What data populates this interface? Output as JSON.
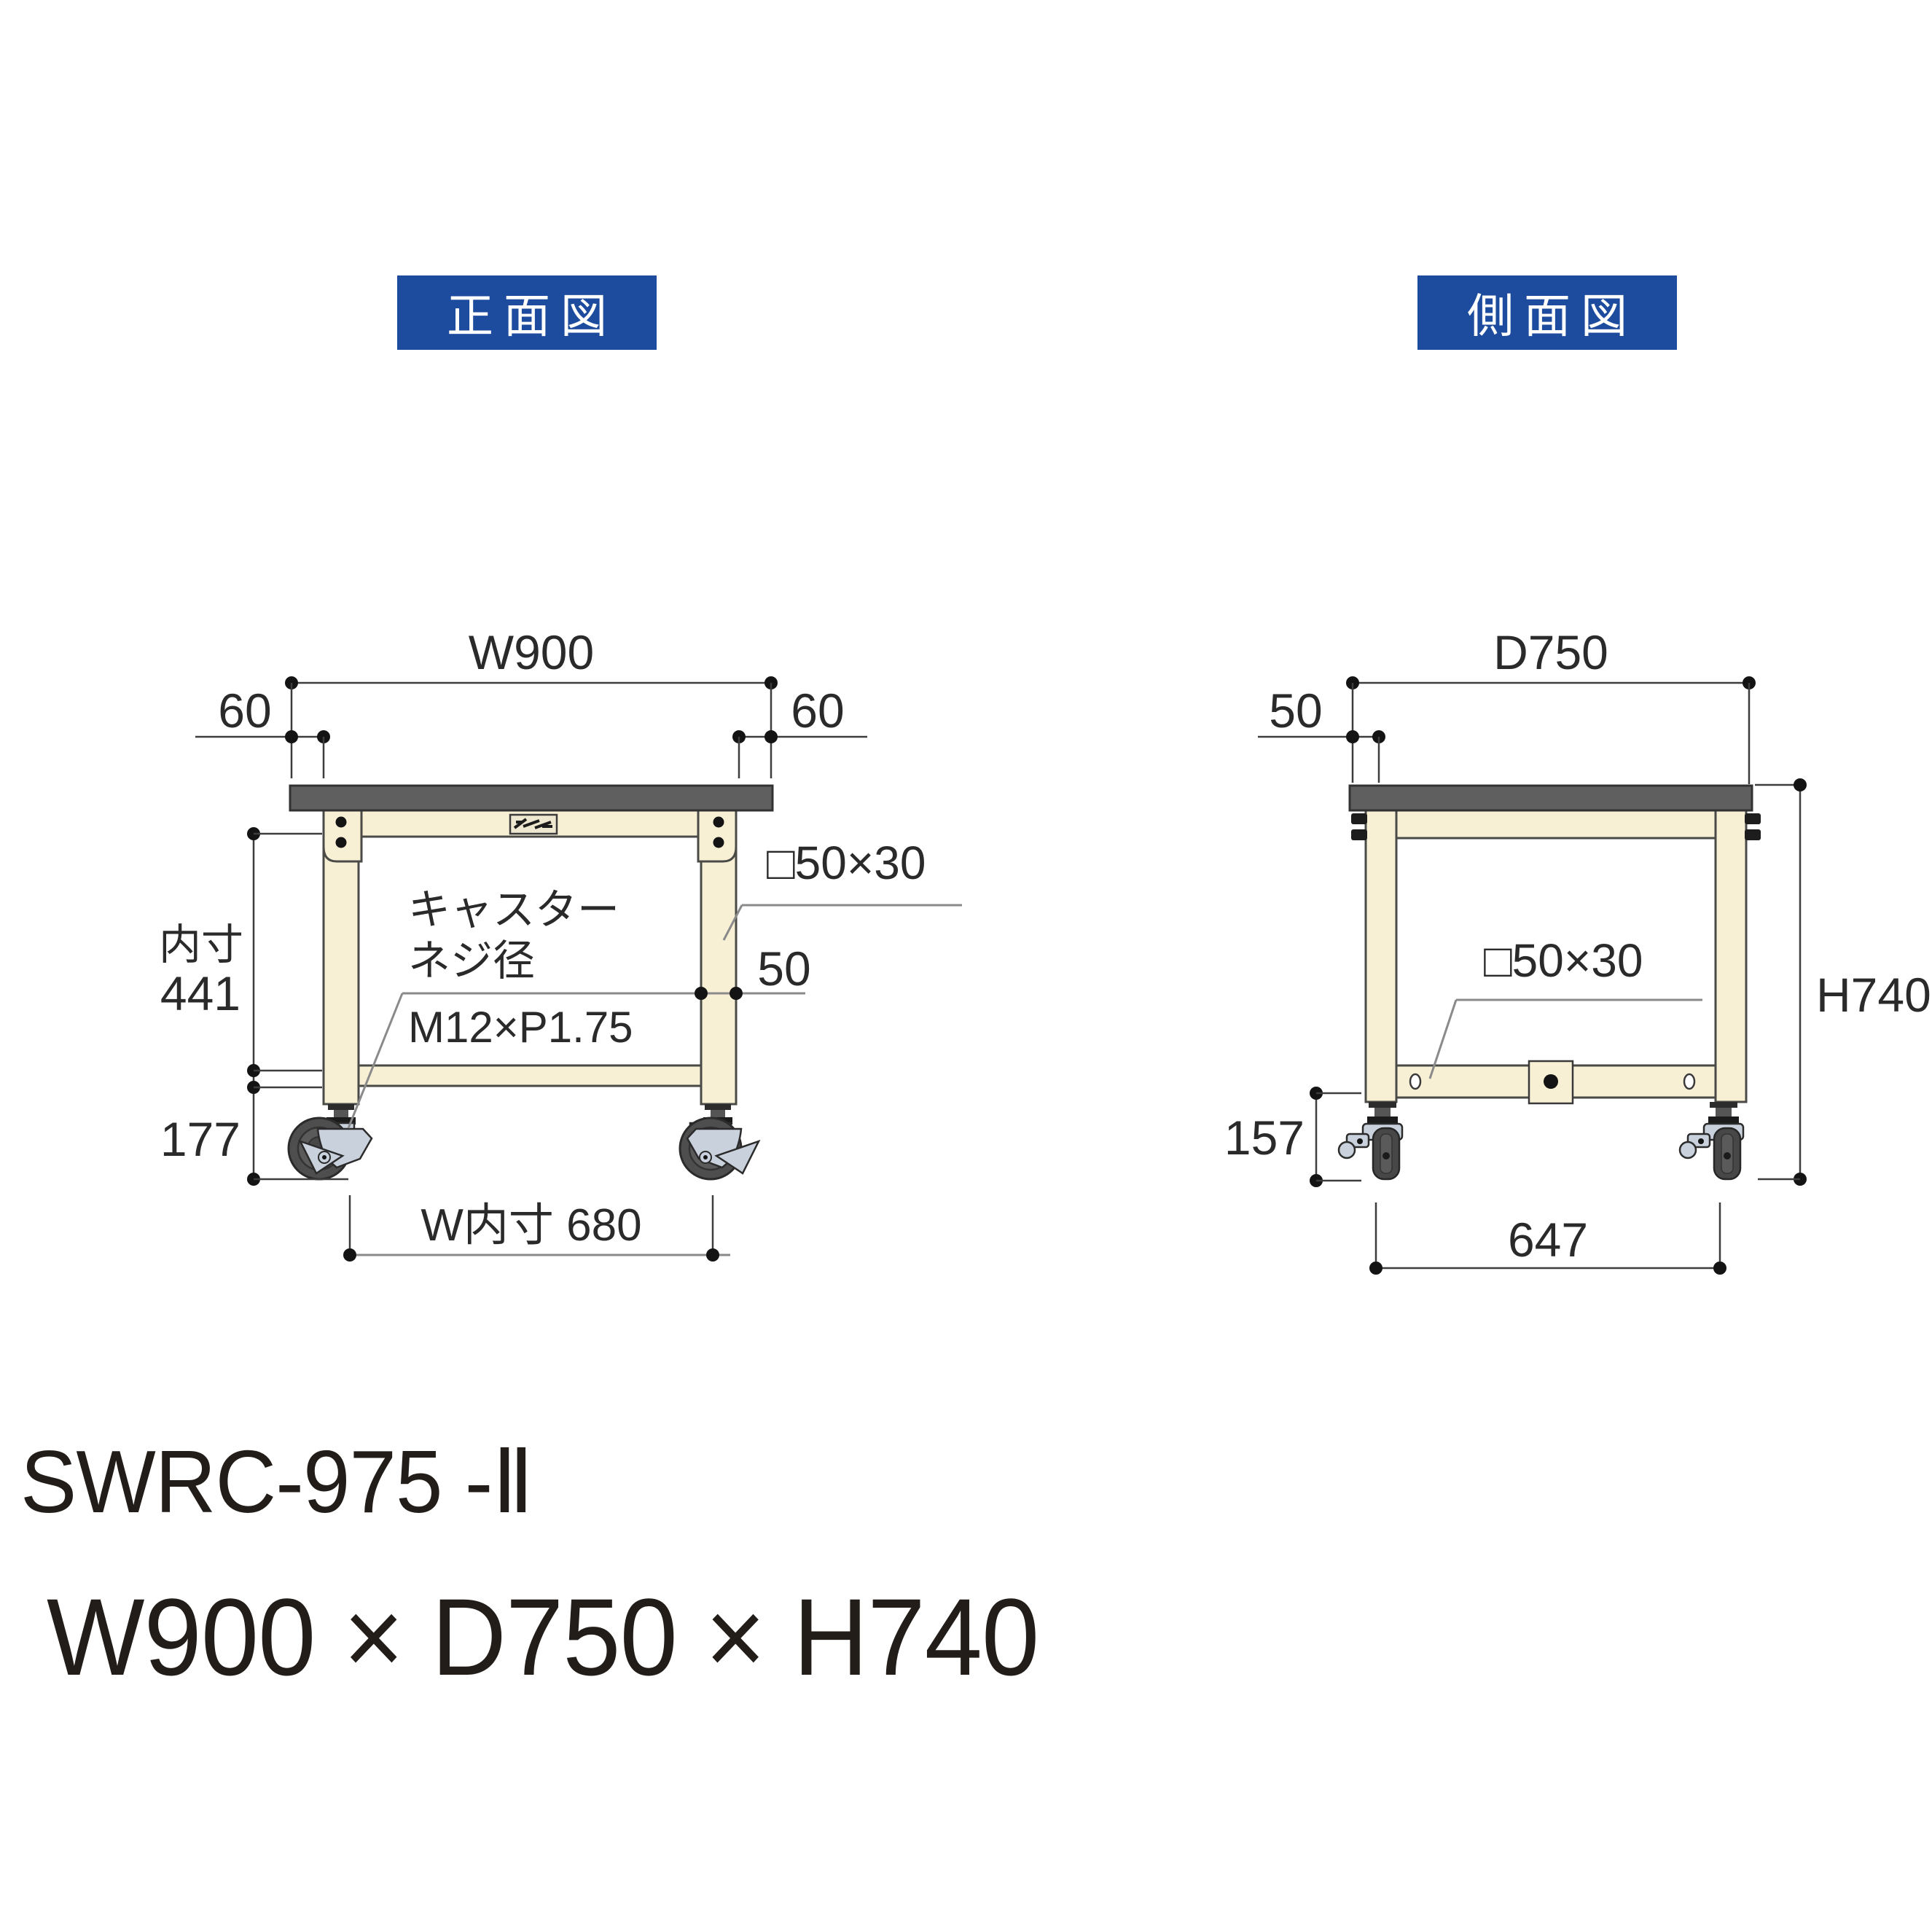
{
  "colors": {
    "header_blue": "#1d4b9e",
    "header_text": "#ffffff",
    "frame_cream": "#f8f0d5",
    "frame_outline": "#4a4a46",
    "tabletop_gray": "#5f5f5f",
    "tabletop_outline": "#323232",
    "wheel_gray": "#4e4e4e",
    "bracket_gray": "#c9d2dc",
    "dim_line": "#3d3d3d",
    "text_dark": "#2a2a2a"
  },
  "views": {
    "front": {
      "title": "正面図",
      "labels": {
        "width_total": "W900",
        "overhang_left": "60",
        "overhang_right": "60",
        "inner_height_caption": "内寸",
        "inner_height_value": "441",
        "caster_height": "177",
        "caster_note_line1": "キャスター",
        "caster_note_line2": "ネジ径",
        "caster_note_line3": "M12×P1.75",
        "leg_width": "50",
        "frame_tube": "□50×30",
        "inner_width": "W内寸 680"
      }
    },
    "side": {
      "title": "側面図",
      "labels": {
        "depth_total": "D750",
        "overhang_left": "50",
        "frame_tube": "□50×30",
        "height_total": "H740",
        "caster_height": "157",
        "wheel_span": "647"
      }
    }
  },
  "footer": {
    "model": "SWRC-975 -Ⅱ",
    "dimensions": "W900 × D750 × H740"
  }
}
